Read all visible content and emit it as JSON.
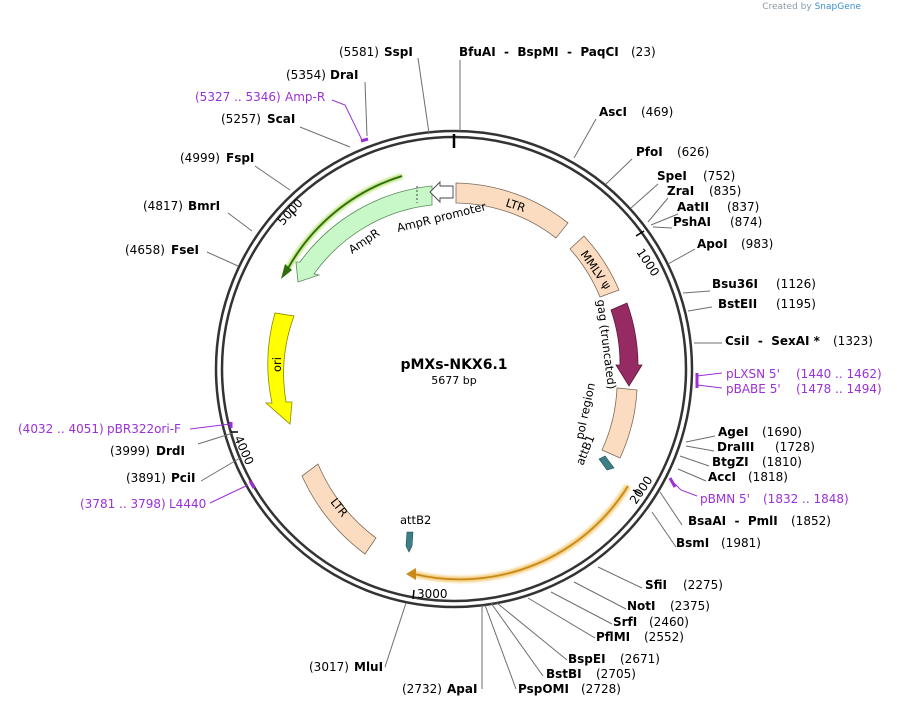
{
  "credit": {
    "prefix": "Created by",
    "brand": "SnapGene"
  },
  "plasmid": {
    "name": "pMXs-NKX6.1",
    "size": "5677 bp"
  },
  "ticks": [
    "1000",
    "2000",
    "3000",
    "4000",
    "5000"
  ],
  "features": {
    "ltr1": "LTR",
    "mmlv": "MMLV ψ",
    "gag": "gag (truncated)",
    "pol": "pol region",
    "attb1": "attB1",
    "ltr2": "LTR",
    "attb2": "attB2",
    "ori": "ori",
    "ampr": "AmpR",
    "ampr_promoter": "AmpR promoter"
  },
  "sites": [
    {
      "pos": "(5581)",
      "name": "SspI"
    },
    {
      "pos": "(23)",
      "name": "BfuAI  -  BspMI  -  PaqCI"
    },
    {
      "pos": "(5354)",
      "name": "DraI"
    },
    {
      "pos": "(5257)",
      "name": "ScaI"
    },
    {
      "pos": "(469)",
      "name": "AscI"
    },
    {
      "pos": "(626)",
      "name": "PfoI"
    },
    {
      "pos": "(4999)",
      "name": "FspI"
    },
    {
      "pos": "(752)",
      "name": "SpeI"
    },
    {
      "pos": "(835)",
      "name": "ZraI"
    },
    {
      "pos": "(837)",
      "name": "AatII"
    },
    {
      "pos": "(4817)",
      "name": "BmrI"
    },
    {
      "pos": "(874)",
      "name": "PshAI"
    },
    {
      "pos": "(983)",
      "name": "ApoI"
    },
    {
      "pos": "(4658)",
      "name": "FseI"
    },
    {
      "pos": "(1126)",
      "name": "Bsu36I"
    },
    {
      "pos": "(1195)",
      "name": "BstEII"
    },
    {
      "pos": "(1323)",
      "name": "CsiI  -  SexAI *"
    },
    {
      "pos": "(1690)",
      "name": "AgeI"
    },
    {
      "pos": "(1728)",
      "name": "DraIII"
    },
    {
      "pos": "(3999)",
      "name": "DrdI"
    },
    {
      "pos": "(1810)",
      "name": "BtgZI"
    },
    {
      "pos": "(1818)",
      "name": "AccI"
    },
    {
      "pos": "(3891)",
      "name": "PciI"
    },
    {
      "pos": "(1852)",
      "name": "BsaAI  -  PmlI"
    },
    {
      "pos": "(1981)",
      "name": "BsmI"
    },
    {
      "pos": "(2275)",
      "name": "SfiI"
    },
    {
      "pos": "(2375)",
      "name": "NotI"
    },
    {
      "pos": "(2460)",
      "name": "SrfI"
    },
    {
      "pos": "(2552)",
      "name": "PflMI"
    },
    {
      "pos": "(2671)",
      "name": "BspEI"
    },
    {
      "pos": "(3017)",
      "name": "MluI"
    },
    {
      "pos": "(2705)",
      "name": "BstBI"
    },
    {
      "pos": "(2732)",
      "name": "ApaI"
    },
    {
      "pos": "(2728)",
      "name": "PspOMI"
    }
  ],
  "primers": [
    {
      "pos": "(5327 .. 5346)",
      "name": "Amp-R"
    },
    {
      "name": "pLXSN 5'",
      "pos": "(1440 .. 1462)"
    },
    {
      "name": "pBABE 5'",
      "pos": "(1478 .. 1494)"
    },
    {
      "pos": "(4032 .. 4051)",
      "name": "pBR322ori-F"
    },
    {
      "name": "pBMN 5'",
      "pos": "(1832 .. 1848)"
    },
    {
      "pos": "(3781 .. 3798)",
      "name": "L4440"
    }
  ],
  "colors": {
    "backbone": "#333333",
    "ltr": "#fbdcc0",
    "mmlv": "#fbdcc0",
    "gag": "#962a63",
    "pol": "#fbdcc0",
    "attb": "#3d7f86",
    "ori": "#ffff00",
    "ampr": "#c8f7c8",
    "promoter": "#ffffff",
    "primer": "#9b30d9",
    "orf_green": "#2e6b10",
    "orf_orange": "#c98a1a"
  }
}
